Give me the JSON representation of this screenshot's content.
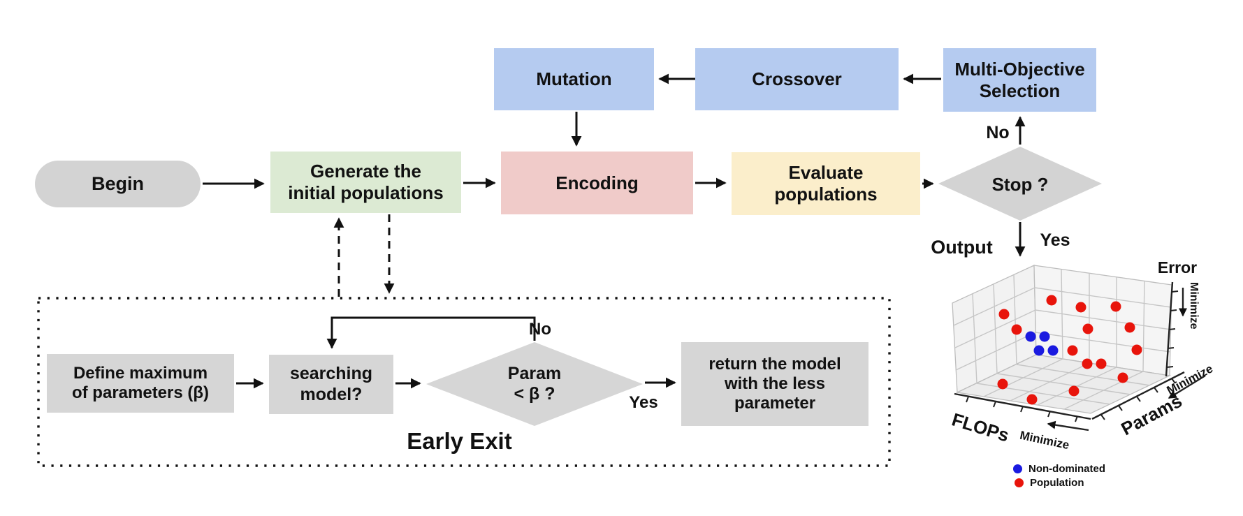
{
  "flow": {
    "begin": "Begin",
    "generate": [
      "Generate the",
      "initial populations"
    ],
    "encoding": "Encoding",
    "evaluate": [
      "Evaluate",
      "populations"
    ],
    "stop": "Stop ?",
    "mutation": "Mutation",
    "crossover": "Crossover",
    "selection": [
      "Multi-Objective",
      "Selection"
    ],
    "no_label": "No",
    "yes_label": "Yes",
    "output_label": "Output"
  },
  "early_exit": {
    "title": "Early Exit",
    "define": [
      "Define maximum",
      "of parameters (β)"
    ],
    "searching": [
      "searching",
      "model?"
    ],
    "param": [
      "Param",
      "< β ?"
    ],
    "return": [
      "return the model",
      "with the less",
      "parameter"
    ],
    "no_label": "No",
    "yes_label": "Yes"
  },
  "plot": {
    "axes": {
      "error": "Error",
      "flops": "FLOPs",
      "params": "Params",
      "minimize": "Minimize"
    },
    "legend": [
      {
        "label": "Non-dominated",
        "color": "#1a1ae0"
      },
      {
        "label": "Population",
        "color": "#e8140b"
      }
    ],
    "points": {
      "non_dominated": [
        [
          1475,
          482
        ],
        [
          1495,
          482
        ],
        [
          1487,
          502
        ],
        [
          1507,
          502
        ]
      ],
      "population": [
        [
          1437,
          450
        ],
        [
          1505,
          430
        ],
        [
          1547,
          440
        ],
        [
          1597,
          439
        ],
        [
          1455,
          472
        ],
        [
          1557,
          471
        ],
        [
          1617,
          469
        ],
        [
          1535,
          502
        ],
        [
          1627,
          501
        ],
        [
          1556,
          521
        ],
        [
          1576,
          521
        ],
        [
          1607,
          541
        ],
        [
          1435,
          550
        ],
        [
          1537,
          560
        ],
        [
          1477,
          572
        ]
      ]
    }
  },
  "colors": {
    "begin_fill": "#d3d3d3",
    "generate_fill": "#dcead3",
    "blue_fill": "#b5cbf0",
    "encoding_fill": "#f0cbc9",
    "evaluate_fill": "#fbeecb",
    "gray_fill": "#d6d6d6",
    "non_dominated": "#1a1ae0",
    "population": "#e8140b"
  }
}
